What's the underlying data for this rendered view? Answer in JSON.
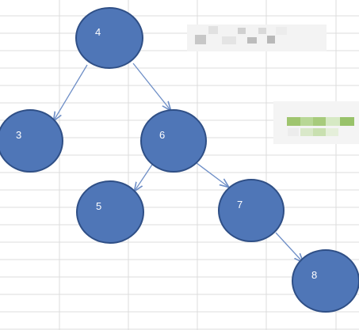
{
  "tree": {
    "nodes": [
      {
        "id": "n4",
        "label": "4"
      },
      {
        "id": "n3",
        "label": "3"
      },
      {
        "id": "n6",
        "label": "6"
      },
      {
        "id": "n5",
        "label": "5"
      },
      {
        "id": "n7",
        "label": "7"
      },
      {
        "id": "n8",
        "label": "8"
      }
    ],
    "edges": [
      {
        "from": "n4",
        "to": "n3"
      },
      {
        "from": "n4",
        "to": "n6"
      },
      {
        "from": "n6",
        "to": "n5"
      },
      {
        "from": "n6",
        "to": "n7"
      },
      {
        "from": "n7",
        "to": "n8"
      }
    ]
  },
  "colors": {
    "node_fill": "#4f76b7",
    "node_stroke": "#2f4f86",
    "edge": "#6f8fc7",
    "grid": "#dcdcdc",
    "redaction_gray": "#bdbdbd",
    "redaction_green": "#9cc46a"
  }
}
